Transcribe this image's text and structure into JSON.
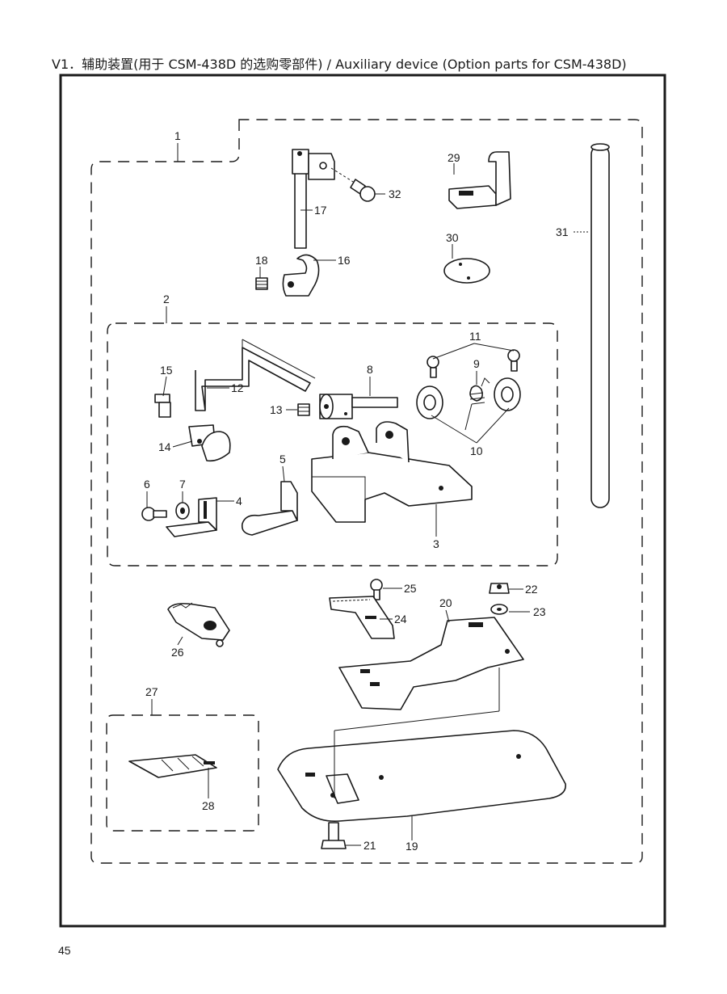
{
  "header": {
    "title": "V1．辅助装置(用于 CSM-438D 的选购零部件) / Auxiliary device (Option parts for CSM-438D)"
  },
  "footer": {
    "page_number": "45"
  },
  "callouts": {
    "p1": "1",
    "p2": "2",
    "p3": "3",
    "p4": "4",
    "p5": "5",
    "p6": "6",
    "p7": "7",
    "p8": "8",
    "p9": "9",
    "p10": "10",
    "p11": "11",
    "p12": "12",
    "p13": "13",
    "p14": "14",
    "p15": "15",
    "p16": "16",
    "p17": "17",
    "p18": "18",
    "p19": "19",
    "p20": "20",
    "p21": "21",
    "p22": "22",
    "p23": "23",
    "p24": "24",
    "p25": "25",
    "p26": "26",
    "p27": "27",
    "p28": "28",
    "p29": "29",
    "p30": "30",
    "p31": "31",
    "p32": "32"
  }
}
